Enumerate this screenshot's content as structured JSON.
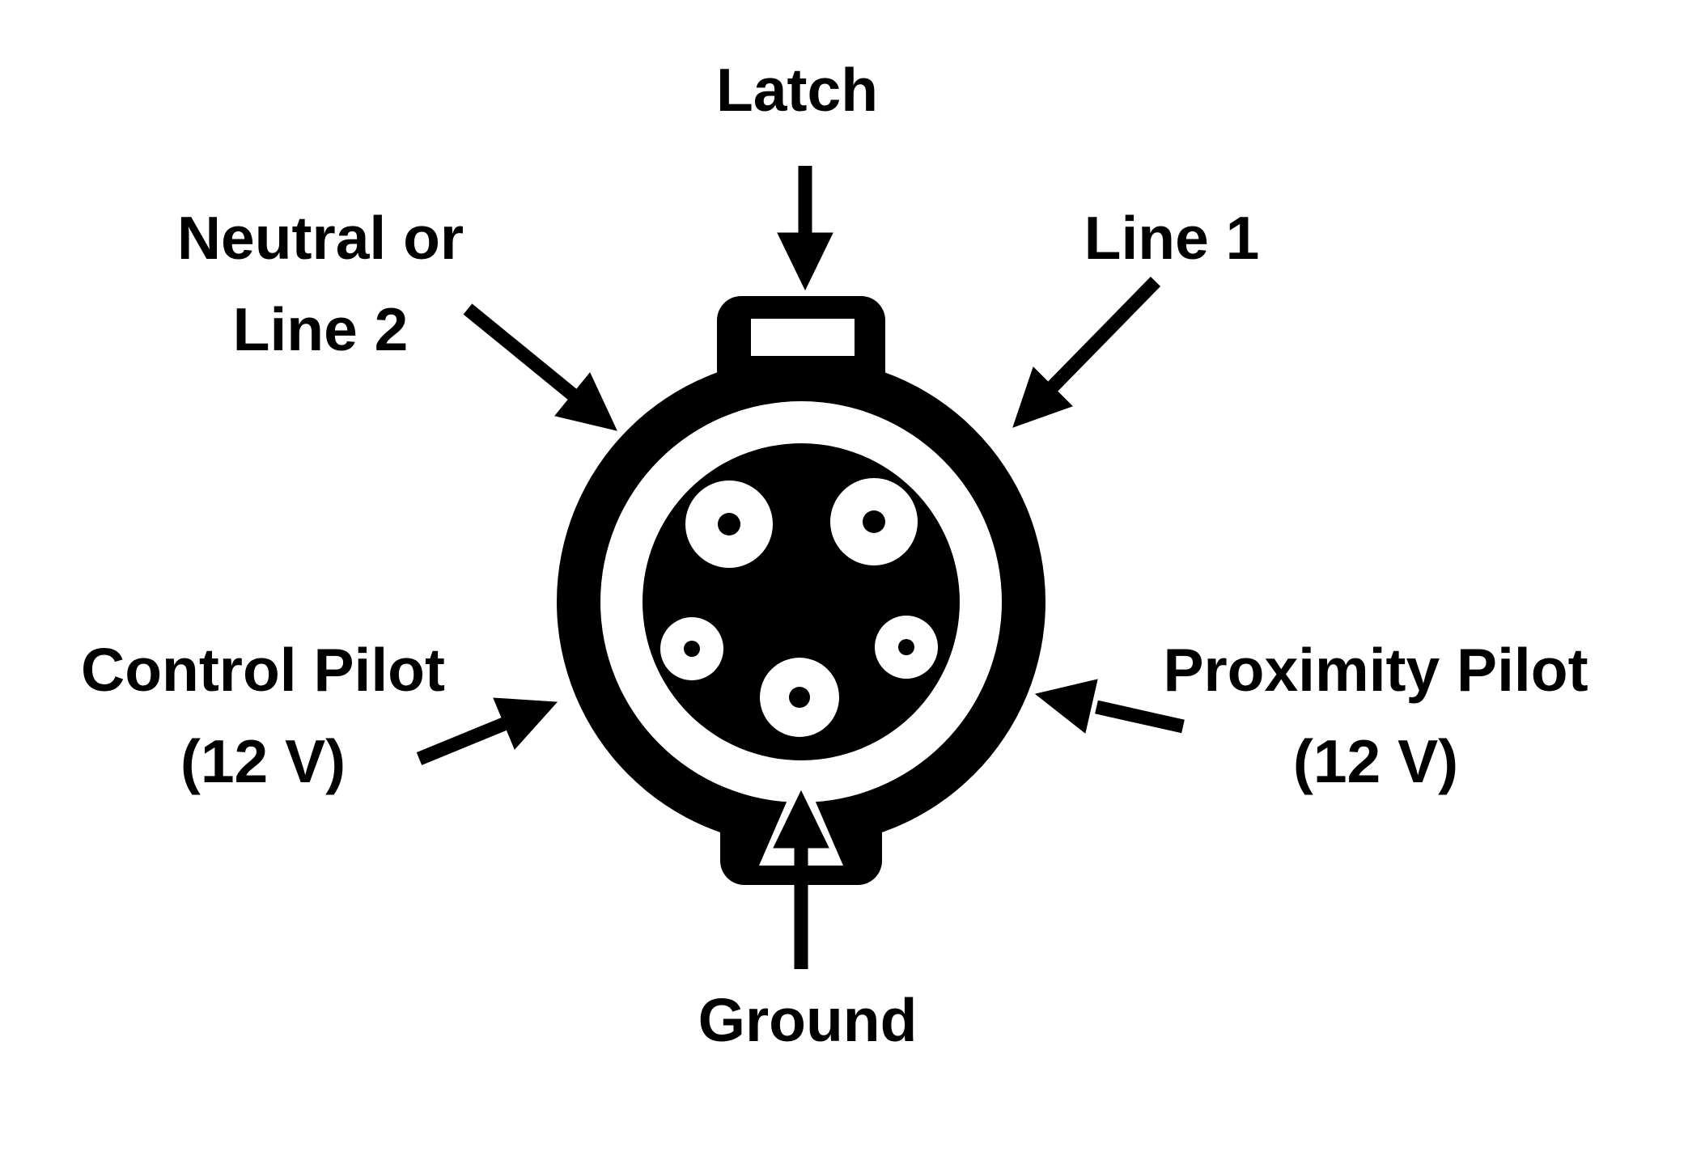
{
  "labels": {
    "latch": "Latch",
    "neutral": {
      "line1": "Neutral or",
      "line2": "Line 2"
    },
    "line1": "Line 1",
    "control_pilot": {
      "line1": "Control Pilot",
      "line2": "(12 V)"
    },
    "proximity_pilot": {
      "line1": "Proximity Pilot",
      "line2": "(12 V)"
    },
    "ground": "Ground"
  },
  "colors": {
    "foreground": "#000000",
    "background": "#ffffff"
  }
}
